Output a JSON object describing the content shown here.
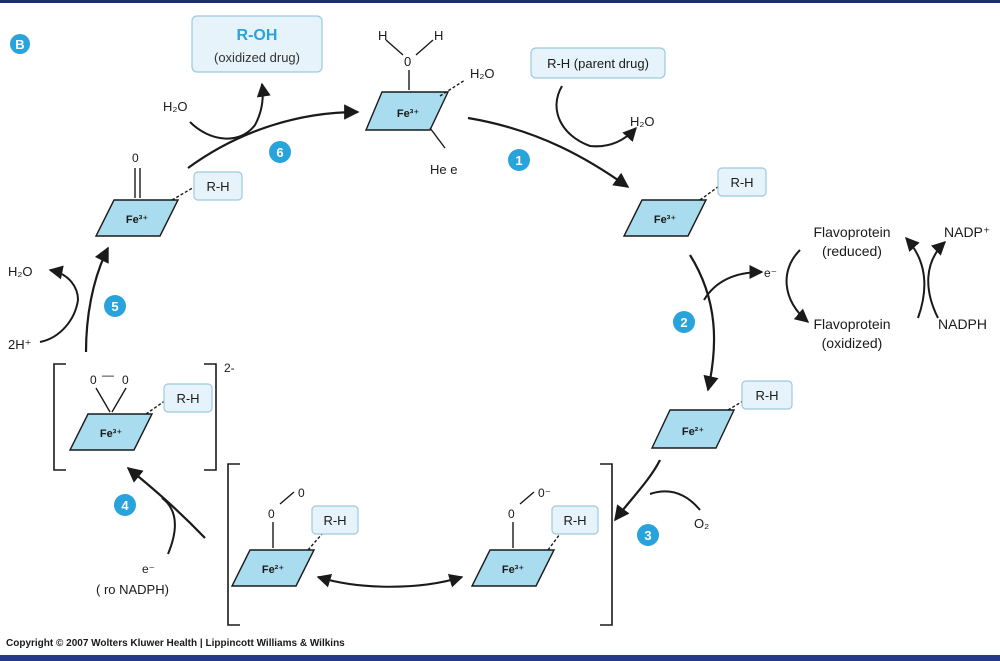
{
  "panel_label": "B",
  "steps": [
    "1",
    "2",
    "3",
    "4",
    "5",
    "6"
  ],
  "iron": {
    "fe3": "Fe³⁺",
    "fe2": "Fe²⁺"
  },
  "substrate": "R-H",
  "top_complex": {
    "h_left": "H",
    "h_right": "H",
    "oxygen": "0",
    "water": "H₂O",
    "heme_label": "He e"
  },
  "product": {
    "title": "R-OH",
    "subtitle": "(oxidized drug)"
  },
  "parent_drug": "R-H (parent drug)",
  "water": "H₂O",
  "electron": "e⁻",
  "flavoprotein": {
    "reduced_line1": "Flavoprotein",
    "reduced_line2": "(reduced)",
    "oxidized_line1": "Flavoprotein",
    "oxidized_line2": "(oxidized)",
    "nadp_plus": "NADP⁺",
    "nadph": "NADPH"
  },
  "oxygen_molecule": "O₂",
  "superoxo": {
    "o_top": "0⁻",
    "o_bottom": "0"
  },
  "oxyferrous": {
    "o_top": "0",
    "o_bottom": "0"
  },
  "peroxo": {
    "o_left": "0",
    "o_right": "0",
    "bond": "—",
    "charge": "2-"
  },
  "ferryl": {
    "oxygen": "0"
  },
  "protons": "2H⁺",
  "step4_source": "( ro  NADPH)",
  "colors": {
    "accent": "#29a3dc",
    "iron_fill": "#a9dcef",
    "box_fill": "#e6f3fa",
    "box_stroke": "#9ec9de",
    "line": "#1a1a1a"
  },
  "copyright": "Copyright © 2007 Wolters Kluwer Health | Lippincott Williams & Wilkins"
}
